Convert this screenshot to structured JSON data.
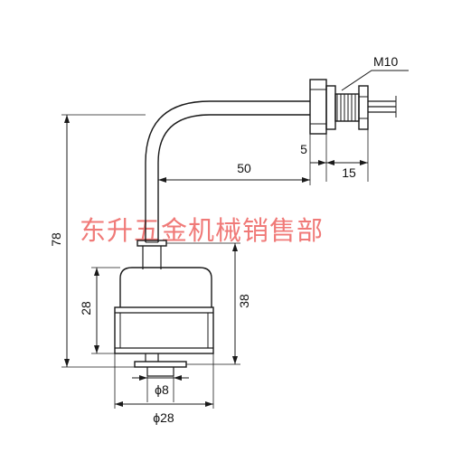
{
  "colors": {
    "line": "#1a1a1a",
    "watermark": "#f07a78",
    "background": "#ffffff"
  },
  "watermark": "东升五金机械销售部",
  "dimensions": {
    "thread": "M10",
    "height_total": "78",
    "horizontal_arm": "50",
    "nut_gap": "5",
    "thread_length": "15",
    "float_height": "28",
    "float_plus_stop": "38",
    "stem_diameter": "ϕ8",
    "float_diameter": "ϕ28"
  }
}
